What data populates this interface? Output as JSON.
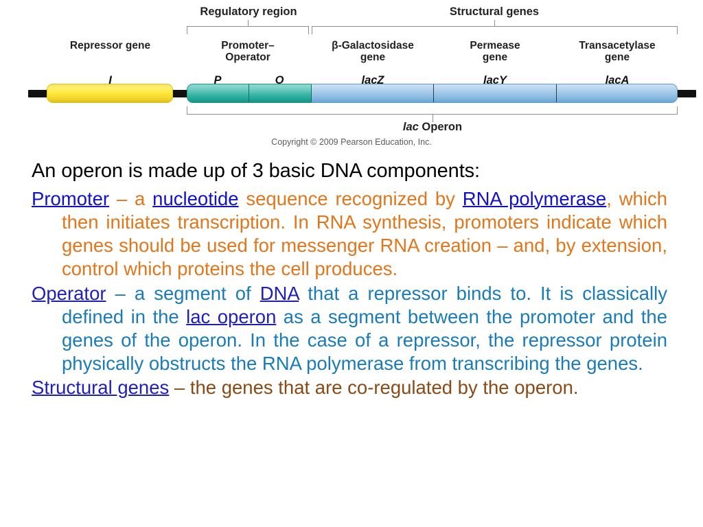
{
  "figure": {
    "brackets": {
      "regulatory_region": "Regulatory region",
      "structural_genes": "Structural genes",
      "operon": "lac Operon",
      "operon_italic": "lac",
      "operon_rest": " Operon"
    },
    "segments": [
      {
        "name": "Repressor gene",
        "label": "Repressor gene",
        "gene": "I",
        "color": "#ffe93a",
        "kind": "yellow"
      },
      {
        "name": "Promoter",
        "label": "Promoter–\nOperator",
        "gene": "P",
        "color": "#3fb6a8",
        "kind": "teal"
      },
      {
        "name": "Operator",
        "label": "",
        "gene": "O",
        "color": "#3fb6a8",
        "kind": "teal"
      },
      {
        "name": "Beta-Galactosidase gene",
        "label": "β-Galactosidase\ngene",
        "gene": "lacZ",
        "color": "#9cc5e6",
        "kind": "blue"
      },
      {
        "name": "Permease gene",
        "label": "Permease\ngene",
        "gene": "lacY",
        "color": "#9cc5e6",
        "kind": "blue"
      },
      {
        "name": "Transacetylase gene",
        "label": "Transacetylase\ngene",
        "gene": "lacA",
        "color": "#9cc5e6",
        "kind": "blue"
      }
    ],
    "copyright": "Copyright © 2009 Pearson Education, Inc."
  },
  "content": {
    "heading": "An operon is made up of 3 basic DNA components:",
    "promoter": {
      "term": "Promoter",
      "dash": " – a ",
      "link_nucleotide": "nucleotide",
      "t1": " sequence recognized by ",
      "link_rna_polymerase": "RNA polymerase",
      "t2": ", which then initiates transcription. In RNA synthesis, promoters indicate which genes should be used for messenger RNA creation – and, by extension, control which proteins the cell produces.",
      "color": "#e2761b"
    },
    "operator": {
      "term": "Operator",
      "dash": " – a segment of ",
      "link_dna": "DNA",
      "t1": " that a repressor binds to. It is classically defined in the ",
      "link_lac_operon": "lac operon",
      "t2": " as a segment between the promoter and the genes of the operon.  In the case of a repressor, the repressor protein physically obstructs the RNA polymerase from transcribing the genes.",
      "color": "#1a7bb9"
    },
    "structural": {
      "term": "Structural genes",
      "dash": " – ",
      "t1": "the genes that are co-regulated by the operon.",
      "color": "#8a4a16"
    }
  }
}
